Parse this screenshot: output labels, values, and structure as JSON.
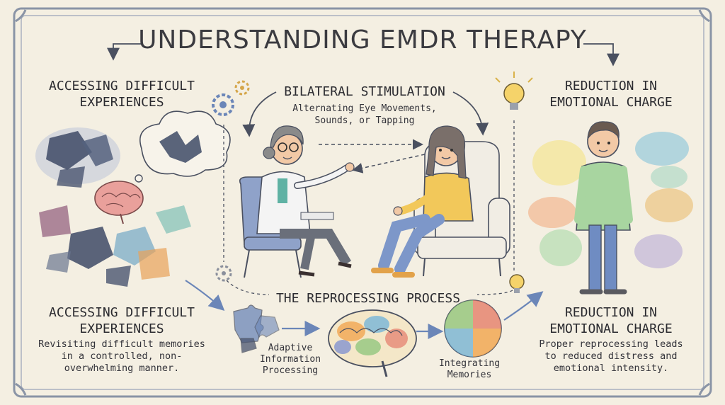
{
  "title": "UNDERSTANDING EMDR THERAPY",
  "top_left_heading": "ACCESSING DIFFICULT EXPERIENCES",
  "center_heading": "BILATERAL STIMULATION",
  "center_subtext_line1": "Alternating Eye Movements,",
  "center_subtext_line2": "Sounds, or Tapping",
  "top_right_heading": "REDUCTION IN EMOTIONAL CHARGE",
  "process_heading": "THE REPROCESSING PROCESS",
  "bottom_left": {
    "heading": "ACCESSING DIFFICULT EXPERIENCES",
    "text": "Revisiting difficult memories in a controlled, non-overwhelming manner."
  },
  "step_adaptive": "Adaptive Information Processing",
  "step_integrating": "Integrating Memories",
  "bottom_right": {
    "heading": "REDUCTION IN EMOTIONAL CHARGE",
    "text": "Proper reprocessing leads to reduced distress and emotional intensity."
  },
  "icons": [
    "gear-icon",
    "lightbulb-icon",
    "brain-icon",
    "puzzle-icon"
  ],
  "colors": {
    "background": "#f4efe2",
    "frame": "#8a94a6",
    "accent_blue": "#6b86b8",
    "chair": "#8fa2c9",
    "shirt_yellow": "#f2c85a",
    "jeans": "#7d97c9"
  }
}
